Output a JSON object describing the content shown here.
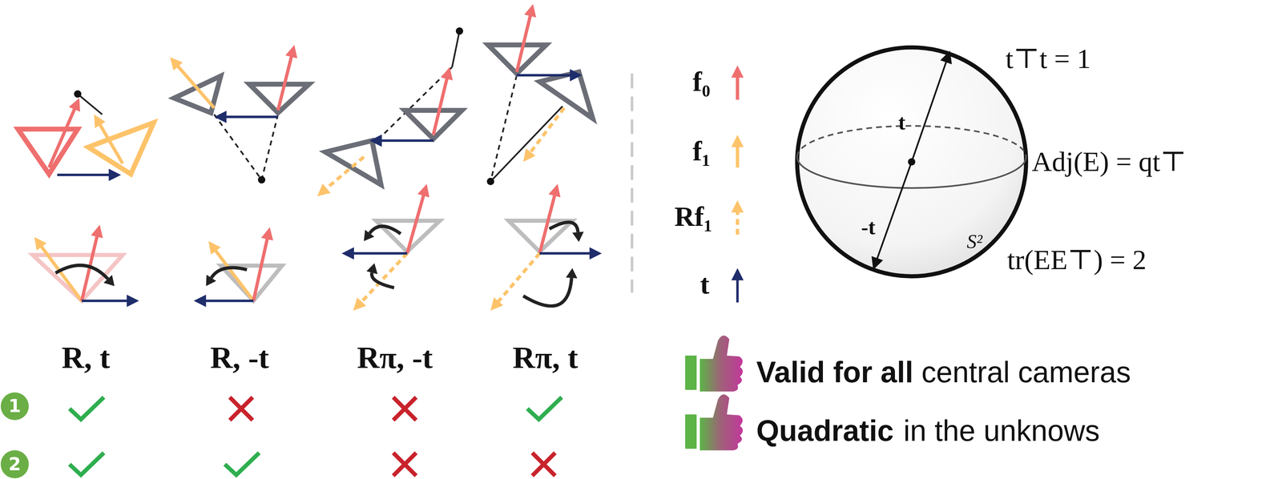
{
  "diagram": {
    "nodes": [
      {
        "text": [
          "1"
        ]
      },
      {
        "text": [
          "2"
        ]
      }
    ],
    "labels": [
      "R, t",
      "R, -t",
      "Rπ, -t",
      "Rπ, t",
      "t⊤t = 1",
      "t",
      "-t",
      "S²",
      "Adj(E) = qt⊤",
      "tr(EE⊤) = 2",
      "Valid for all",
      "central cameras",
      "Quadratic",
      "in the unknows"
    ],
    "legend": [
      {
        "text": "f₀"
      },
      {
        "text": "f₁"
      },
      {
        "text": "Rf₁"
      },
      {
        "text": "t"
      }
    ]
  }
}
